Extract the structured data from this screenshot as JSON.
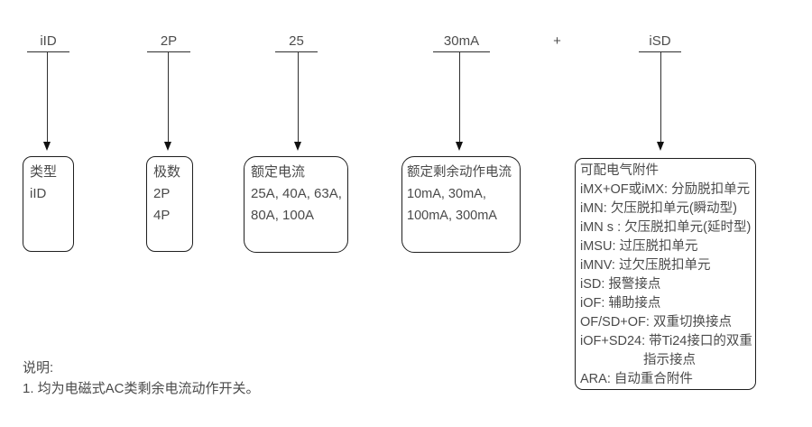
{
  "diagram": {
    "code_parts": [
      {
        "label": "iID"
      },
      {
        "label": "2P"
      },
      {
        "label": "25"
      },
      {
        "label": "30mA"
      },
      {
        "label": "iSD"
      }
    ],
    "separator": "+",
    "boxes": [
      {
        "title": "类型",
        "lines": [
          "iID"
        ]
      },
      {
        "title": "极数",
        "lines": [
          "2P",
          "4P"
        ]
      },
      {
        "title": "额定电流",
        "lines": [
          "25A, 40A, 63A,",
          "80A, 100A"
        ]
      },
      {
        "title": "额定剩余动作电流",
        "lines": [
          "10mA, 30mA,",
          "100mA, 300mA"
        ]
      },
      {
        "title": "可配电气附件",
        "lines": [
          "iMX+OF或iMX: 分励脱扣单元",
          "iMN: 欠压脱扣单元(瞬动型)",
          "iMN s : 欠压脱扣单元(延时型)",
          "iMSU: 过压脱扣单元",
          "iMNV: 过欠压脱扣单元",
          "iSD: 报警接点",
          "iOF: 辅助接点",
          "OF/SD+OF: 双重切换接点",
          "iOF+SD24: 带Ti24接口的双重",
          "指示接点",
          "ARA: 自动重合附件"
        ]
      }
    ],
    "notes": {
      "heading": "说明:",
      "items": [
        "1. 均为电磁式AC类剩余电流动作开关。"
      ]
    },
    "colors": {
      "background": "#ffffff",
      "text": "#4a4a4a",
      "line": "#303030",
      "border": "#1f1f1f"
    }
  }
}
